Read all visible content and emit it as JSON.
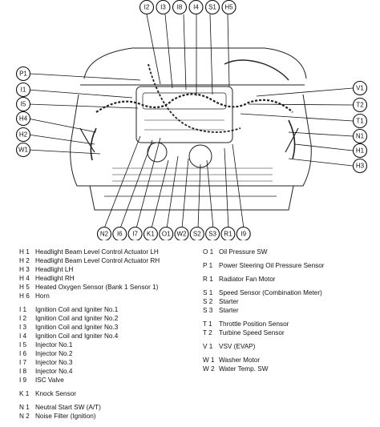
{
  "diagram": {
    "callouts_top": [
      "I2",
      "I3",
      "I8",
      "I4",
      "S1",
      "H5"
    ],
    "callouts_left": [
      "P1",
      "I1",
      "I5",
      "H4",
      "H2",
      "W1"
    ],
    "callouts_right": [
      "V1",
      "T2",
      "T1",
      "N1",
      "H1",
      "H3"
    ],
    "callouts_bottom": [
      "N2",
      "I6",
      "I7",
      "K1",
      "O1",
      "W2",
      "S2",
      "S3",
      "R1",
      "I9"
    ]
  },
  "legend": {
    "left": [
      {
        "code": "H 1",
        "name": "Headlight Beam Level Control Actuator LH"
      },
      {
        "code": "H 2",
        "name": "Headlight Beam Level Control Actuator RH"
      },
      {
        "code": "H 3",
        "name": "Headlight LH"
      },
      {
        "code": "H 4",
        "name": "Headlight RH"
      },
      {
        "code": "H 5",
        "name": "Heated Oxygen Sensor (Bank 1 Sensor 1)"
      },
      {
        "code": "H 6",
        "name": "Horn"
      },
      {
        "gap": true
      },
      {
        "code": "I 1",
        "name": "Ignition Coil and Igniter No.1"
      },
      {
        "code": "I 2",
        "name": "Ignition Coil and Igniter No.2"
      },
      {
        "code": "I 3",
        "name": "Ignition Coil and Igniter No.3"
      },
      {
        "code": "I 4",
        "name": "Ignition Coil and Igniter No.4"
      },
      {
        "code": "I 5",
        "name": "Injector No.1"
      },
      {
        "code": "I 6",
        "name": "Injector No.2"
      },
      {
        "code": "I 7",
        "name": "Injector No.3"
      },
      {
        "code": "I 8",
        "name": "Injector No.4"
      },
      {
        "code": "I 9",
        "name": "ISC Valve"
      },
      {
        "gap": true
      },
      {
        "code": "K 1",
        "name": "Knock Sensor"
      },
      {
        "gap": true
      },
      {
        "code": "N 1",
        "name": "Neutral Start SW (A/T)"
      },
      {
        "code": "N 2",
        "name": "Noise Filter (Ignition)"
      }
    ],
    "right": [
      {
        "code": "O 1",
        "name": "Oil Pressure SW"
      },
      {
        "gap": true
      },
      {
        "code": "P 1",
        "name": "Power Steering Oil Pressure Sensor"
      },
      {
        "gap": true
      },
      {
        "code": "R 1",
        "name": "Radiator Fan Motor"
      },
      {
        "gap": true
      },
      {
        "code": "S 1",
        "name": "Speed Sensor (Combination Meter)"
      },
      {
        "code": "S 2",
        "name": "Starter"
      },
      {
        "code": "S 3",
        "name": "Starter"
      },
      {
        "gap": true
      },
      {
        "code": "T 1",
        "name": "Throttle Position Sensor"
      },
      {
        "code": "T 2",
        "name": "Turbine Speed Sensor"
      },
      {
        "gap": true
      },
      {
        "code": "V 1",
        "name": "VSV (EVAP)"
      },
      {
        "gap": true
      },
      {
        "code": "W 1",
        "name": "Washer Motor"
      },
      {
        "code": "W 2",
        "name": "Water Temp. SW"
      }
    ]
  }
}
